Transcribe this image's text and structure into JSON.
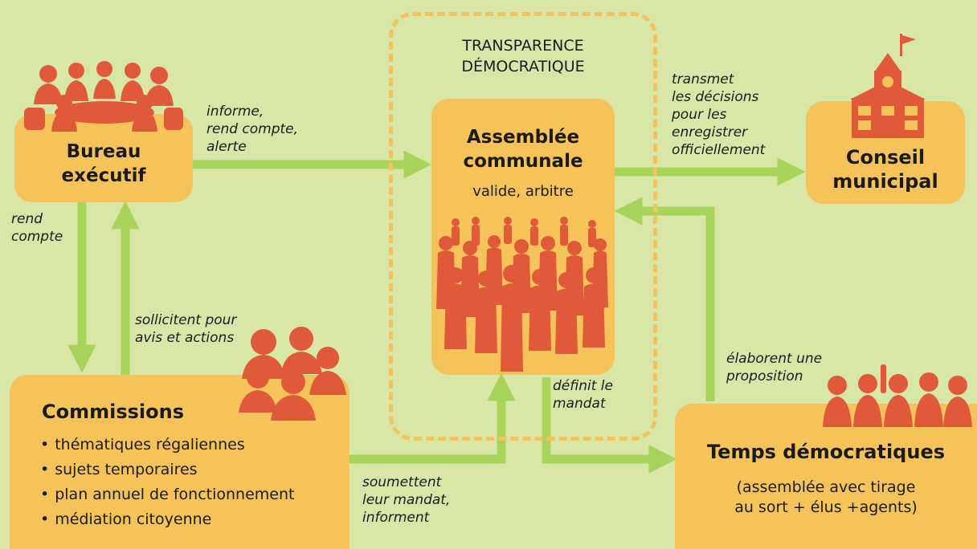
{
  "transparency": {
    "title_line1": "TRANSPARENCE",
    "title_line2": "DÉMOCRATIQUE"
  },
  "bureau": {
    "line1": "Bureau",
    "line2": "exécutif"
  },
  "assemblee": {
    "line1": "Assemblée",
    "line2": "communale",
    "subtitle": "valide, arbitre"
  },
  "conseil": {
    "line1": "Conseil",
    "line2": "municipal"
  },
  "commissions": {
    "title": "Commissions",
    "items": [
      "thématiques régaliennes",
      "sujets temporaires",
      "plan annuel de fonctionnement",
      "médiation citoyenne"
    ]
  },
  "temps": {
    "title": "Temps démocratiques",
    "sub_line1": "(assemblée avec tirage",
    "sub_line2": "au sort + élus +agents)"
  },
  "labels": {
    "informe": "informe,\nrend compte,\nalerte",
    "transmet": "transmet\nles décisions\npour les\nenregistrer\nofficiellement",
    "rend_compte": "rend\ncompte",
    "sollicitent": "sollicitent pour\navis et actions",
    "soumettent": "soumettent\nleur mandat,\ninforment",
    "definit": "définit le\nmandat",
    "elaborent": "élaborent une\nproposition"
  },
  "colors": {
    "background": "#d8e6a8",
    "box": "#f5c35a",
    "arrow": "#a8d45a",
    "figure": "#e05a3a"
  },
  "icons": [
    "meeting-people-icon",
    "town-hall-icon",
    "crowd-icon",
    "group-icon",
    "raised-hand-group-icon"
  ]
}
